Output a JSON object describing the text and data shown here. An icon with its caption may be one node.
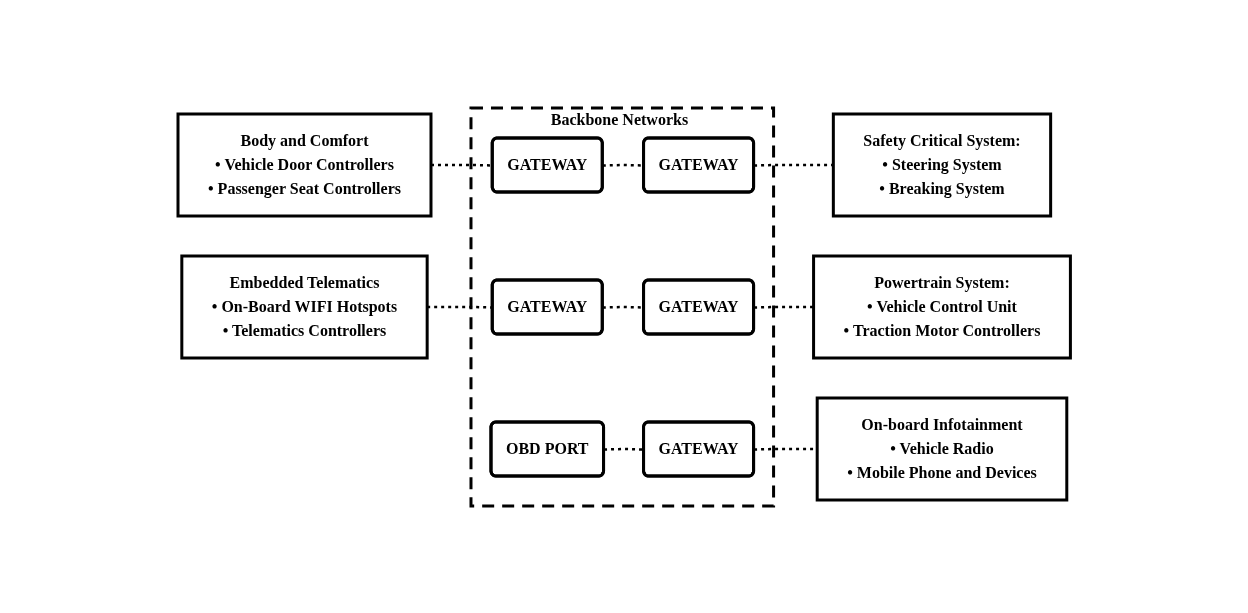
{
  "diagram": {
    "nodes": [
      {
        "text": [
          "Backbone Networks"
        ]
      },
      {
        "text": [
          "OBD PORT"
        ],
        "in": 0
      },
      {
        "text": [
          "GATEWAY"
        ],
        "in": 0
      },
      {
        "text": [
          "GATEWAY"
        ],
        "in": 0
      },
      {
        "text": [
          "GATEWAY"
        ],
        "in": 0
      },
      {
        "text": [
          "GATEWAY"
        ],
        "in": 0
      },
      {
        "text": [
          "GATEWAY"
        ],
        "in": 0
      },
      {
        "text": [
          "Body and Comfort",
          "• Vehicle Door Controllers",
          "• Passenger Seat Controllers"
        ]
      },
      {
        "text": [
          "Safety Critical System:",
          "• Steering System",
          "• Breaking System"
        ]
      },
      {
        "text": [
          "Embedded Telematics",
          "• On-Board WIFI Hotspots",
          "• Telematics Controllers"
        ]
      },
      {
        "text": [
          "Powertrain System:",
          "• Vehicle Control Unit",
          "• Traction Motor Controllers"
        ]
      },
      {
        "text": [
          "On-board Infotainment",
          "• Vehicle Radio",
          "• Mobile Phone and Devices"
        ]
      }
    ],
    "edges": [
      {
        "from": 1,
        "to": 6,
        "arrow": "none",
        "style": "dashed"
      },
      {
        "from": 7,
        "to": 2,
        "arrow": "none",
        "style": "dashed"
      },
      {
        "from": 2,
        "to": 3,
        "arrow": "none",
        "style": "dashed"
      },
      {
        "from": 3,
        "to": 8,
        "arrow": "none",
        "style": "dashed"
      },
      {
        "from": 9,
        "to": 4,
        "arrow": "none",
        "style": "dashed"
      },
      {
        "from": 4,
        "to": 5,
        "arrow": "none",
        "style": "dashed"
      },
      {
        "from": 5,
        "to": 10,
        "arrow": "none",
        "style": "dashed"
      },
      {
        "from": 6,
        "to": 11,
        "arrow": "none",
        "style": "dashed"
      }
    ]
  }
}
